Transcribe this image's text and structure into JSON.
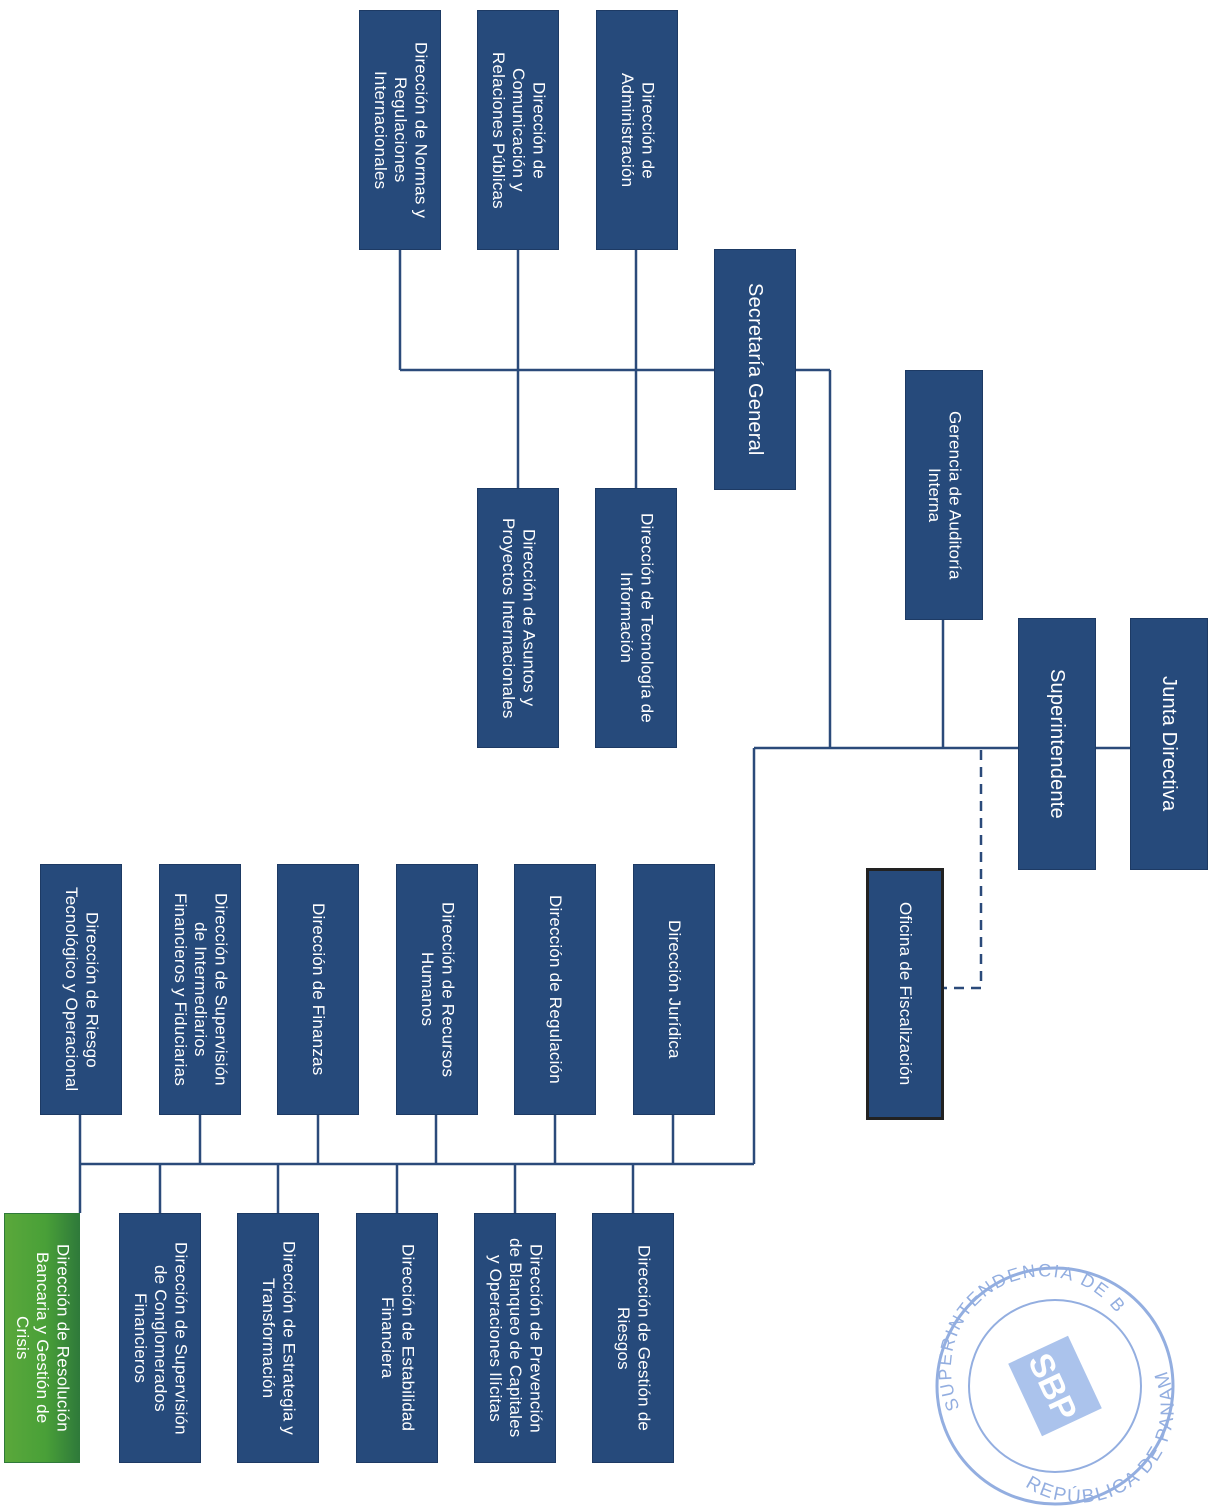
{
  "colors": {
    "box_fill": "#264a7b",
    "box_border": "#1d3a64",
    "line": "#2b4a7a",
    "fiscal_border": "#222222",
    "crisis_green": "#5aa83b",
    "seal_blue": "#6f93d6"
  },
  "boxes": {
    "junta": "Junta Directiva",
    "superintendente": "Superintendente",
    "auditoria": "Gerencia de Auditoría\nInterna",
    "fiscalizacion": "Oficina de Fiscalización",
    "secretaria": "Secretaría General",
    "administracion": "Dirección de\nAdministración",
    "comunicacion": "Dirección de\nComunicación y\nRelaciones Públicas",
    "normas": "Dirección de Normas y\nRegulaciones\nInternacionales",
    "tecnologia_info": "Dirección de Tecnología de\nInformación",
    "asuntos_intl": "Dirección de Asuntos y\nProyectos Internacionales",
    "juridica": "Dirección Jurídica",
    "regulacion": "Dirección de Regulación",
    "recursos_humanos": "Dirección de Recursos\nHumanos",
    "finanzas": "Dirección de Finanzas",
    "supervision_intermediarios": "Dirección de Supervisión\nde Intermediarios\nFinancieros y Fiduciarias",
    "riesgo_tecnologico": "Dirección de Riesgo\nTecnológico y Operacional",
    "gestion_riesgos": "Dirección de Gestión de\nRiesgos",
    "blanqueo": "Dirección de Prevención\nde Blanqueo de Capitales\ny Operaciones Ilícitas",
    "estabilidad": "Dirección de Estabilidad\nFinanciera",
    "estrategia": "Dirección de Estrategia y\nTransformación",
    "conglomerados": "Dirección de Supervisión\nde Conglomerados\nFinancieros",
    "resolucion": "Dirección de Resolución\nBancaria y Gestión de\nCrisis"
  },
  "seal": {
    "top_text": "SUPERINTENDENCIA DE BANCOS",
    "bottom_text": "REPÚBLICA DE PANAMÁ",
    "logo": "SBP"
  }
}
